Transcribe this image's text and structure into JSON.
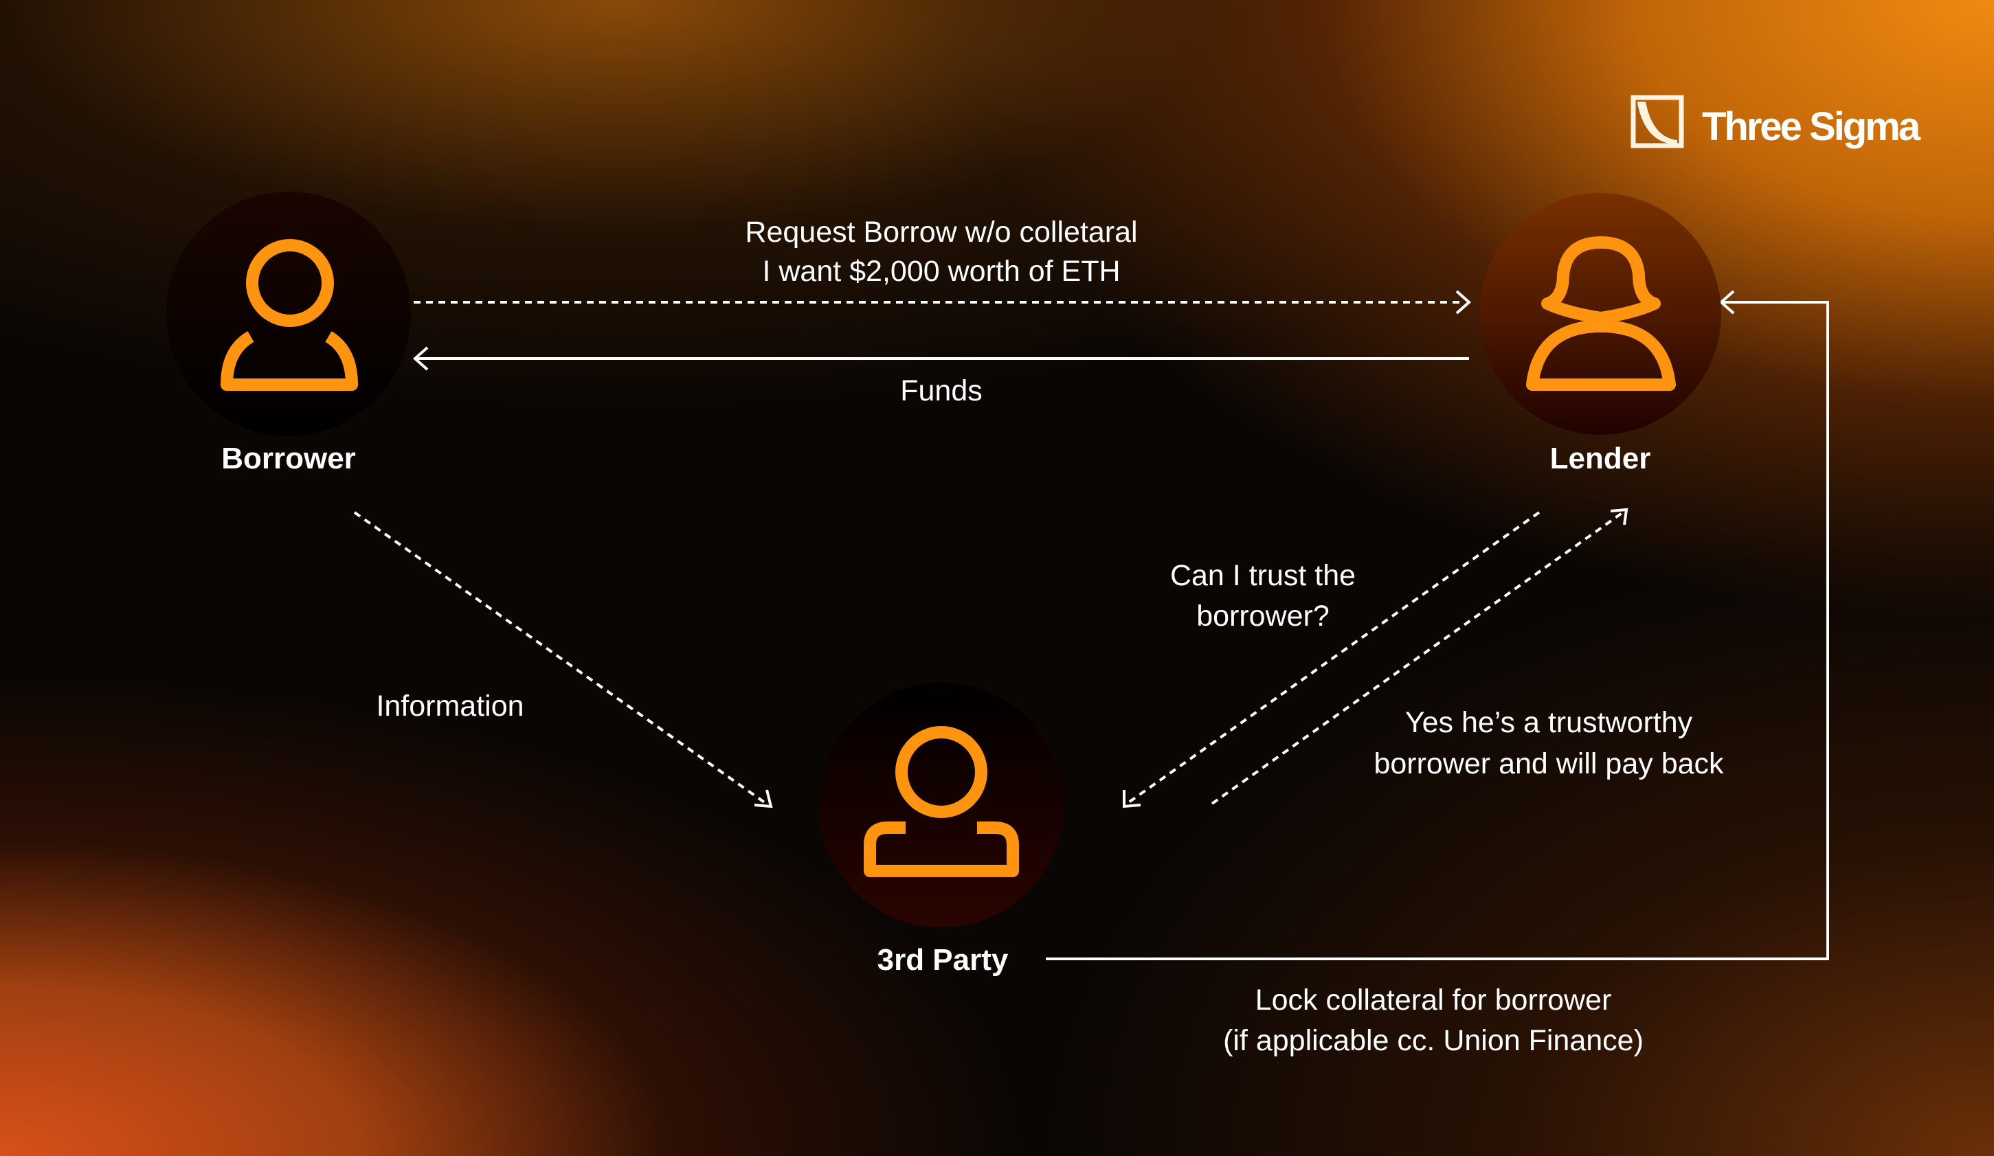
{
  "brand": {
    "name": "Three Sigma"
  },
  "actors": {
    "borrower": "Borrower",
    "lender": "Lender",
    "third_party": "3rd Party"
  },
  "flows": {
    "request_line1": "Request Borrow w/o colletaral",
    "request_line2": "I want $2,000 worth of ETH",
    "funds": "Funds",
    "information": "Information",
    "trust_line1": "Can I trust the",
    "trust_line2": "borrower?",
    "answer_line1": "Yes he’s a trustworthy",
    "answer_line2": "borrower and will pay back",
    "lock_line1": "Lock collateral for borrower",
    "lock_line2": "(if applicable cc. Union Finance)"
  },
  "colors": {
    "accent": "#ff9410",
    "text": "#ffffff"
  }
}
